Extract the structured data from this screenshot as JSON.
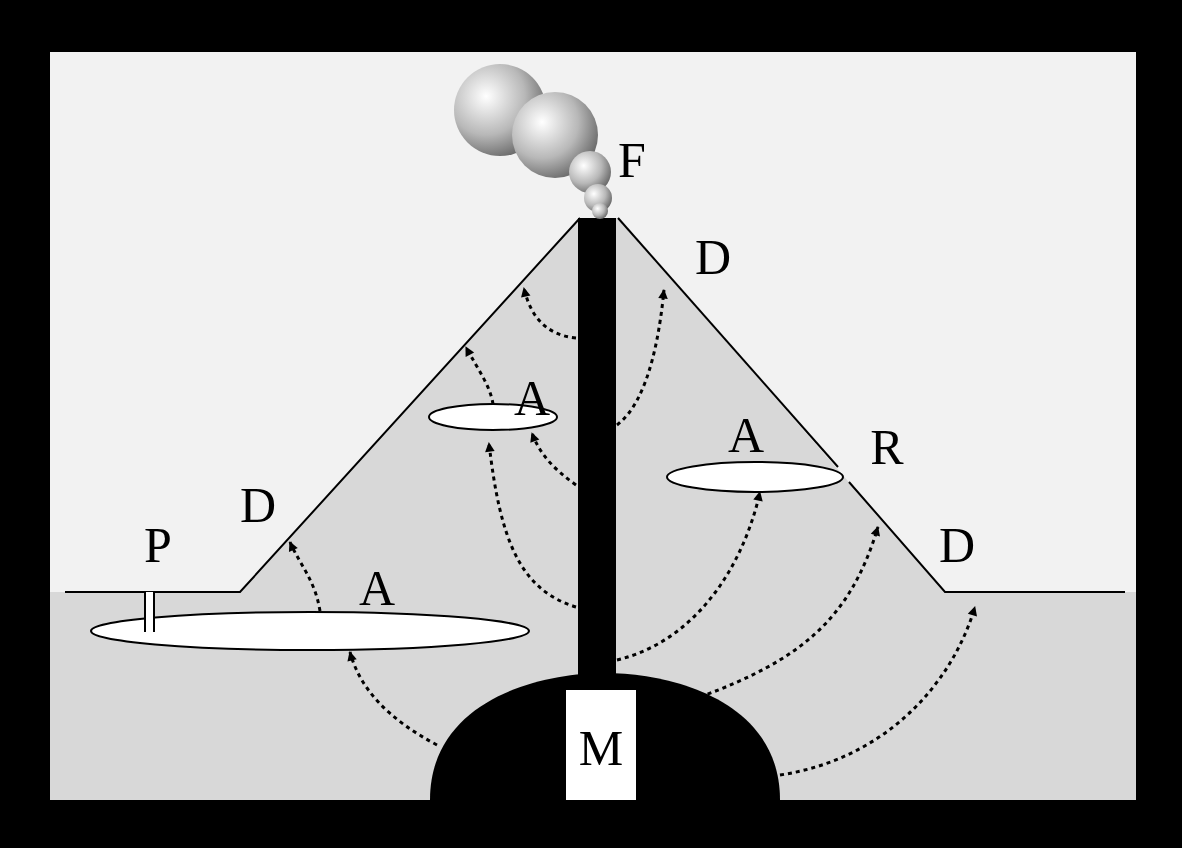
{
  "diagram": {
    "labels": [
      "F",
      "D",
      "A",
      "A",
      "R",
      "D",
      "P",
      "D",
      "A",
      "M"
    ]
  }
}
